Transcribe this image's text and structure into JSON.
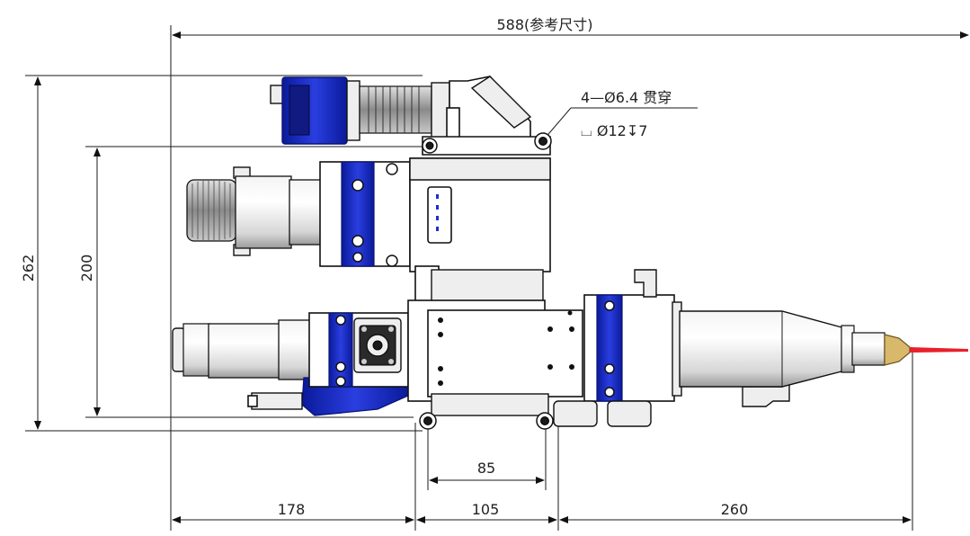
{
  "dimensions": {
    "overall_length": "588(参考尺寸)",
    "overall_height": "262",
    "mount_height": "200",
    "segment_left": "178",
    "segment_middle": "105",
    "segment_right": "260",
    "hole_spacing": "85"
  },
  "callout": {
    "through_hole": "4—Ø6.4 贯穿",
    "counterbore": "⌴  Ø12↧7"
  },
  "colors": {
    "accent_blue": "#1d2fd0",
    "beam_red": "#e8202a",
    "nozzle_gold": "#d8b86a",
    "line": "#1a1a1a"
  }
}
